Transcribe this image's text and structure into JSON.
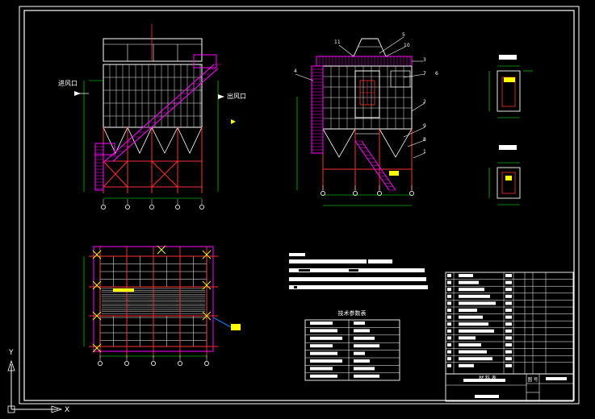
{
  "drawing": {
    "inlet_label": "进风口",
    "outlet_label": "出风口",
    "part_numbers": [
      "11",
      "5",
      "10",
      "3",
      "4",
      "7",
      "6",
      "2",
      "9",
      "8",
      "1"
    ],
    "tech_table_title": "技术参数表",
    "materials_header": "材 料 表",
    "sheet_no_label": "图 号",
    "ucs": {
      "x": "X",
      "y": "Y"
    }
  },
  "colors": {
    "frame": "#ffffff",
    "structure": "#ff3030",
    "ladder": "#ff00ff",
    "dimension": "#00ff00",
    "highlight": "#ffff00",
    "leader": "#00ffff"
  }
}
